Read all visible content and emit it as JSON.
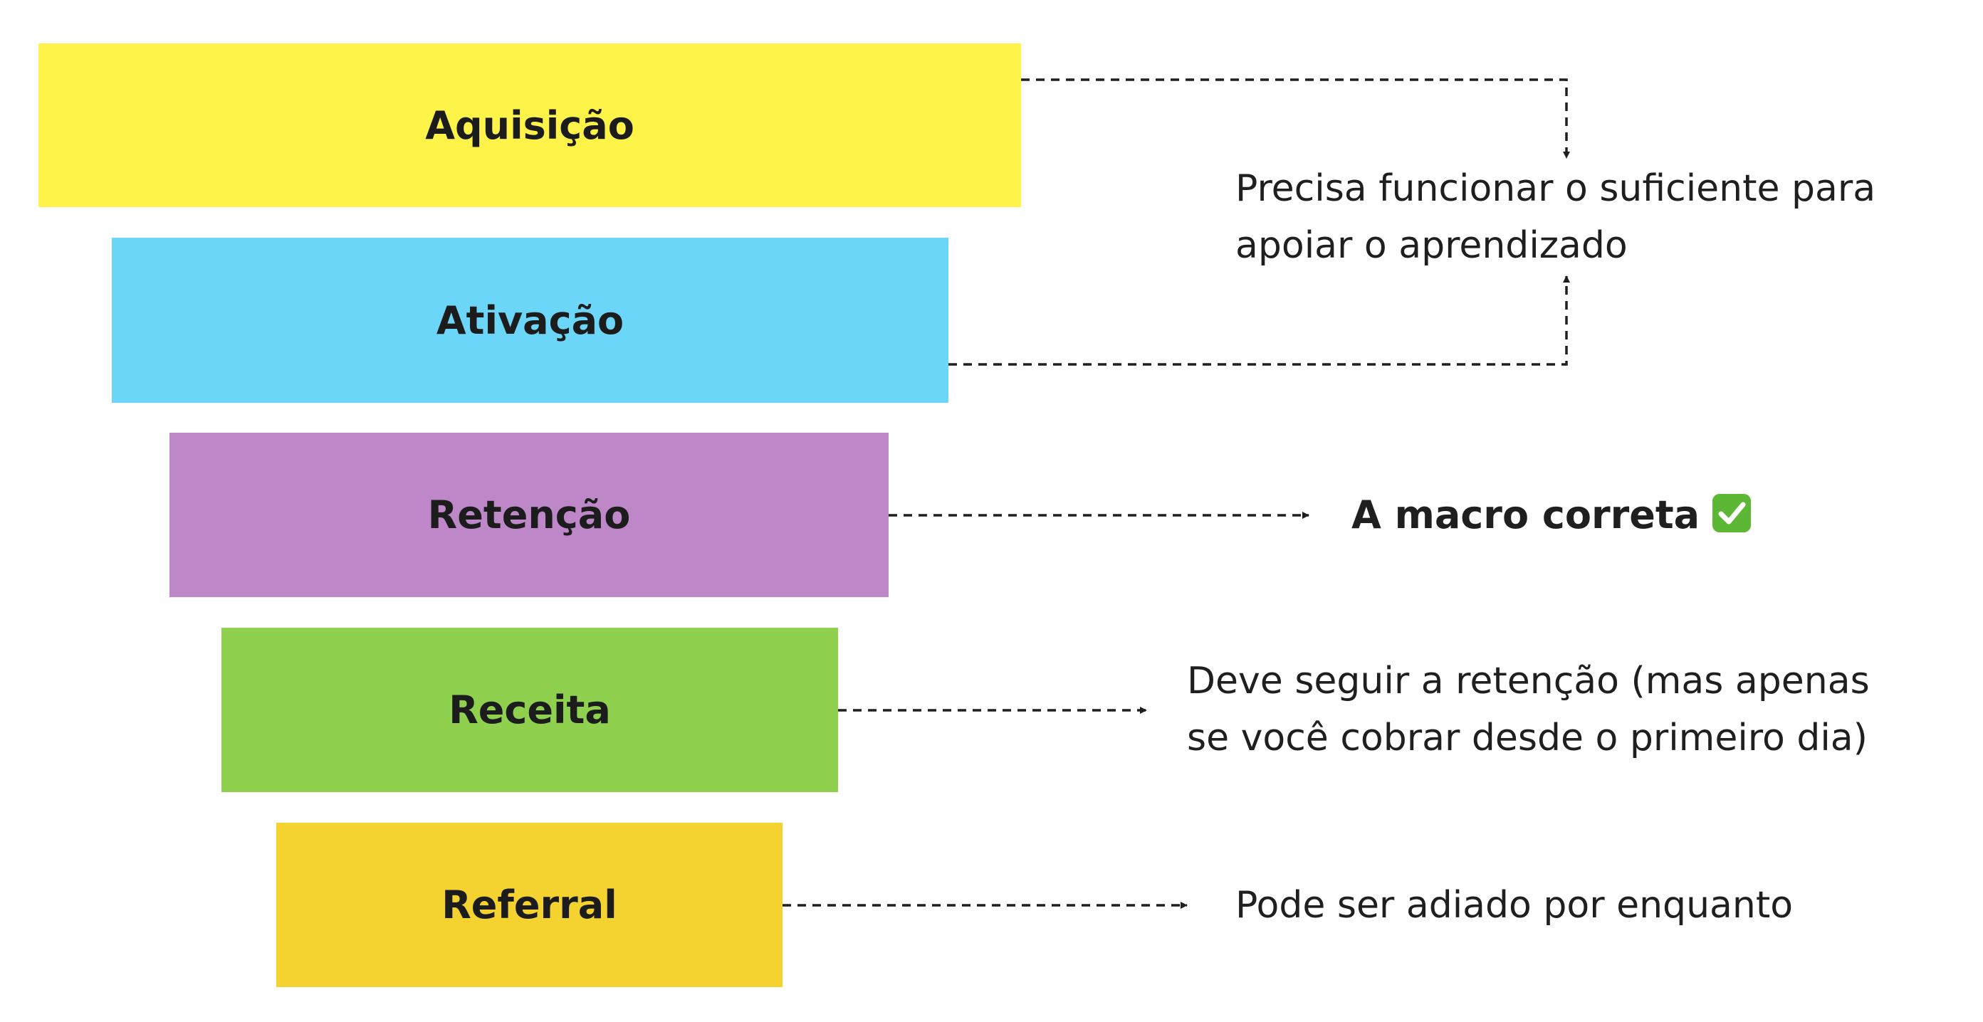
{
  "stages": [
    {
      "id": "aquisicao",
      "label": "Aquisição",
      "color": "#FEF348"
    },
    {
      "id": "ativacao",
      "label": "Ativação",
      "color": "#6CD6F8"
    },
    {
      "id": "retencao",
      "label": "Retenção",
      "color": "#BE88C8"
    },
    {
      "id": "receita",
      "label": "Receita",
      "color": "#8FD14F"
    },
    {
      "id": "referral",
      "label": "Referral",
      "color": "#F4D22F"
    }
  ],
  "notes": {
    "aquisicao_ativacao": {
      "line1": "Precisa funcionar o suficiente para",
      "line2": "apoiar o aprendizado"
    },
    "retencao": {
      "text": "A macro correta",
      "icon": "check-mark-icon",
      "icon_color": "#5BB734"
    },
    "receita": {
      "line1": "Deve seguir a retenção (mas apenas",
      "line2": "se você cobrar desde o primeiro dia)"
    },
    "referral": {
      "text": "Pode ser adiado por enquanto"
    }
  }
}
